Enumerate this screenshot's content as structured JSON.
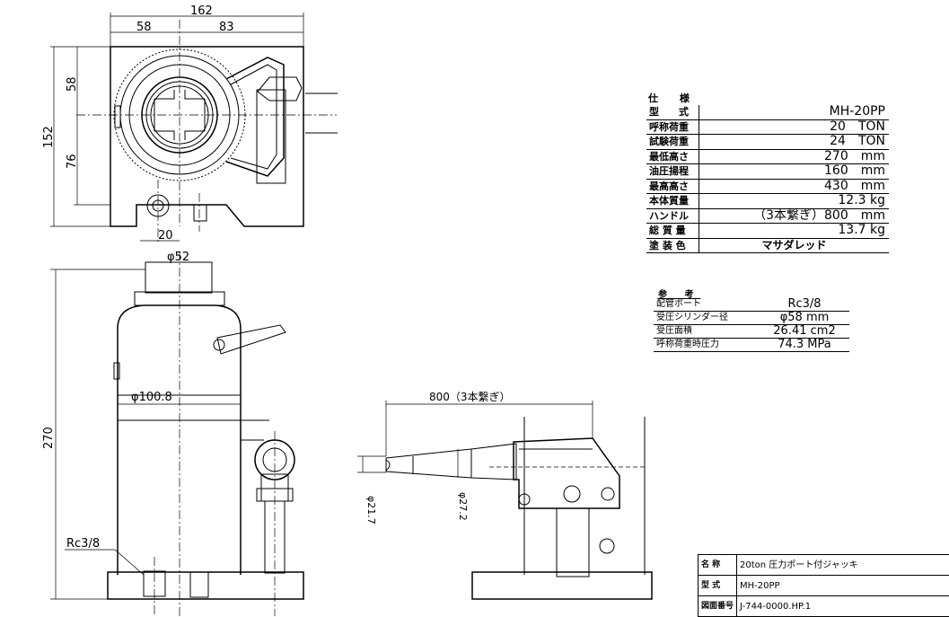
{
  "dimensions": {
    "top_width": "162",
    "top_left": "58",
    "top_right": "83",
    "side_upper": "58",
    "side_total": "152",
    "side_lower": "76",
    "port_offset": "20",
    "ram_dia": "φ52",
    "body_dia": "φ100.8",
    "height": "270",
    "port_label": "Rc3/8",
    "handle_length": "800（3本繋ぎ）",
    "handle_dia_small": "φ21.7",
    "handle_dia_large": "φ27.2"
  },
  "spec": {
    "title": "仕 様",
    "rows": [
      {
        "key": "型　　式",
        "value": "MH-20PP"
      },
      {
        "key": "呼称荷重",
        "value": "20　TON"
      },
      {
        "key": "試験荷重",
        "value": "24　TON"
      },
      {
        "key": "最低高さ",
        "value": "270　mm"
      },
      {
        "key": "油圧揚程",
        "value": "160　mm"
      },
      {
        "key": "最高高さ",
        "value": "430　mm"
      },
      {
        "key": "本体質量",
        "value": "12.3 kg"
      },
      {
        "key": "ハンドル",
        "value": "（3本繋ぎ）800　mm"
      },
      {
        "key": "総 質 量",
        "value": "13.7 kg"
      },
      {
        "key": "塗 装 色",
        "value": "マサダレッド"
      }
    ]
  },
  "reference": {
    "title": "参 考",
    "rows": [
      {
        "key": "配管ポート",
        "value": "Rc3/8"
      },
      {
        "key": "受圧シリンダー径",
        "value": "φ58 mm"
      },
      {
        "key": "受圧面積",
        "value": "26.41 cm2"
      },
      {
        "key": "呼称荷重時圧力",
        "value": "74.3 MPa"
      }
    ]
  },
  "title_block": {
    "rows": [
      {
        "key": "名 称",
        "value": "20ton 圧力ポート付ジャッキ"
      },
      {
        "key": "型 式",
        "value": "MH-20PP"
      },
      {
        "key": "図面番号",
        "value": "J-744-0000.HP.1"
      }
    ]
  }
}
